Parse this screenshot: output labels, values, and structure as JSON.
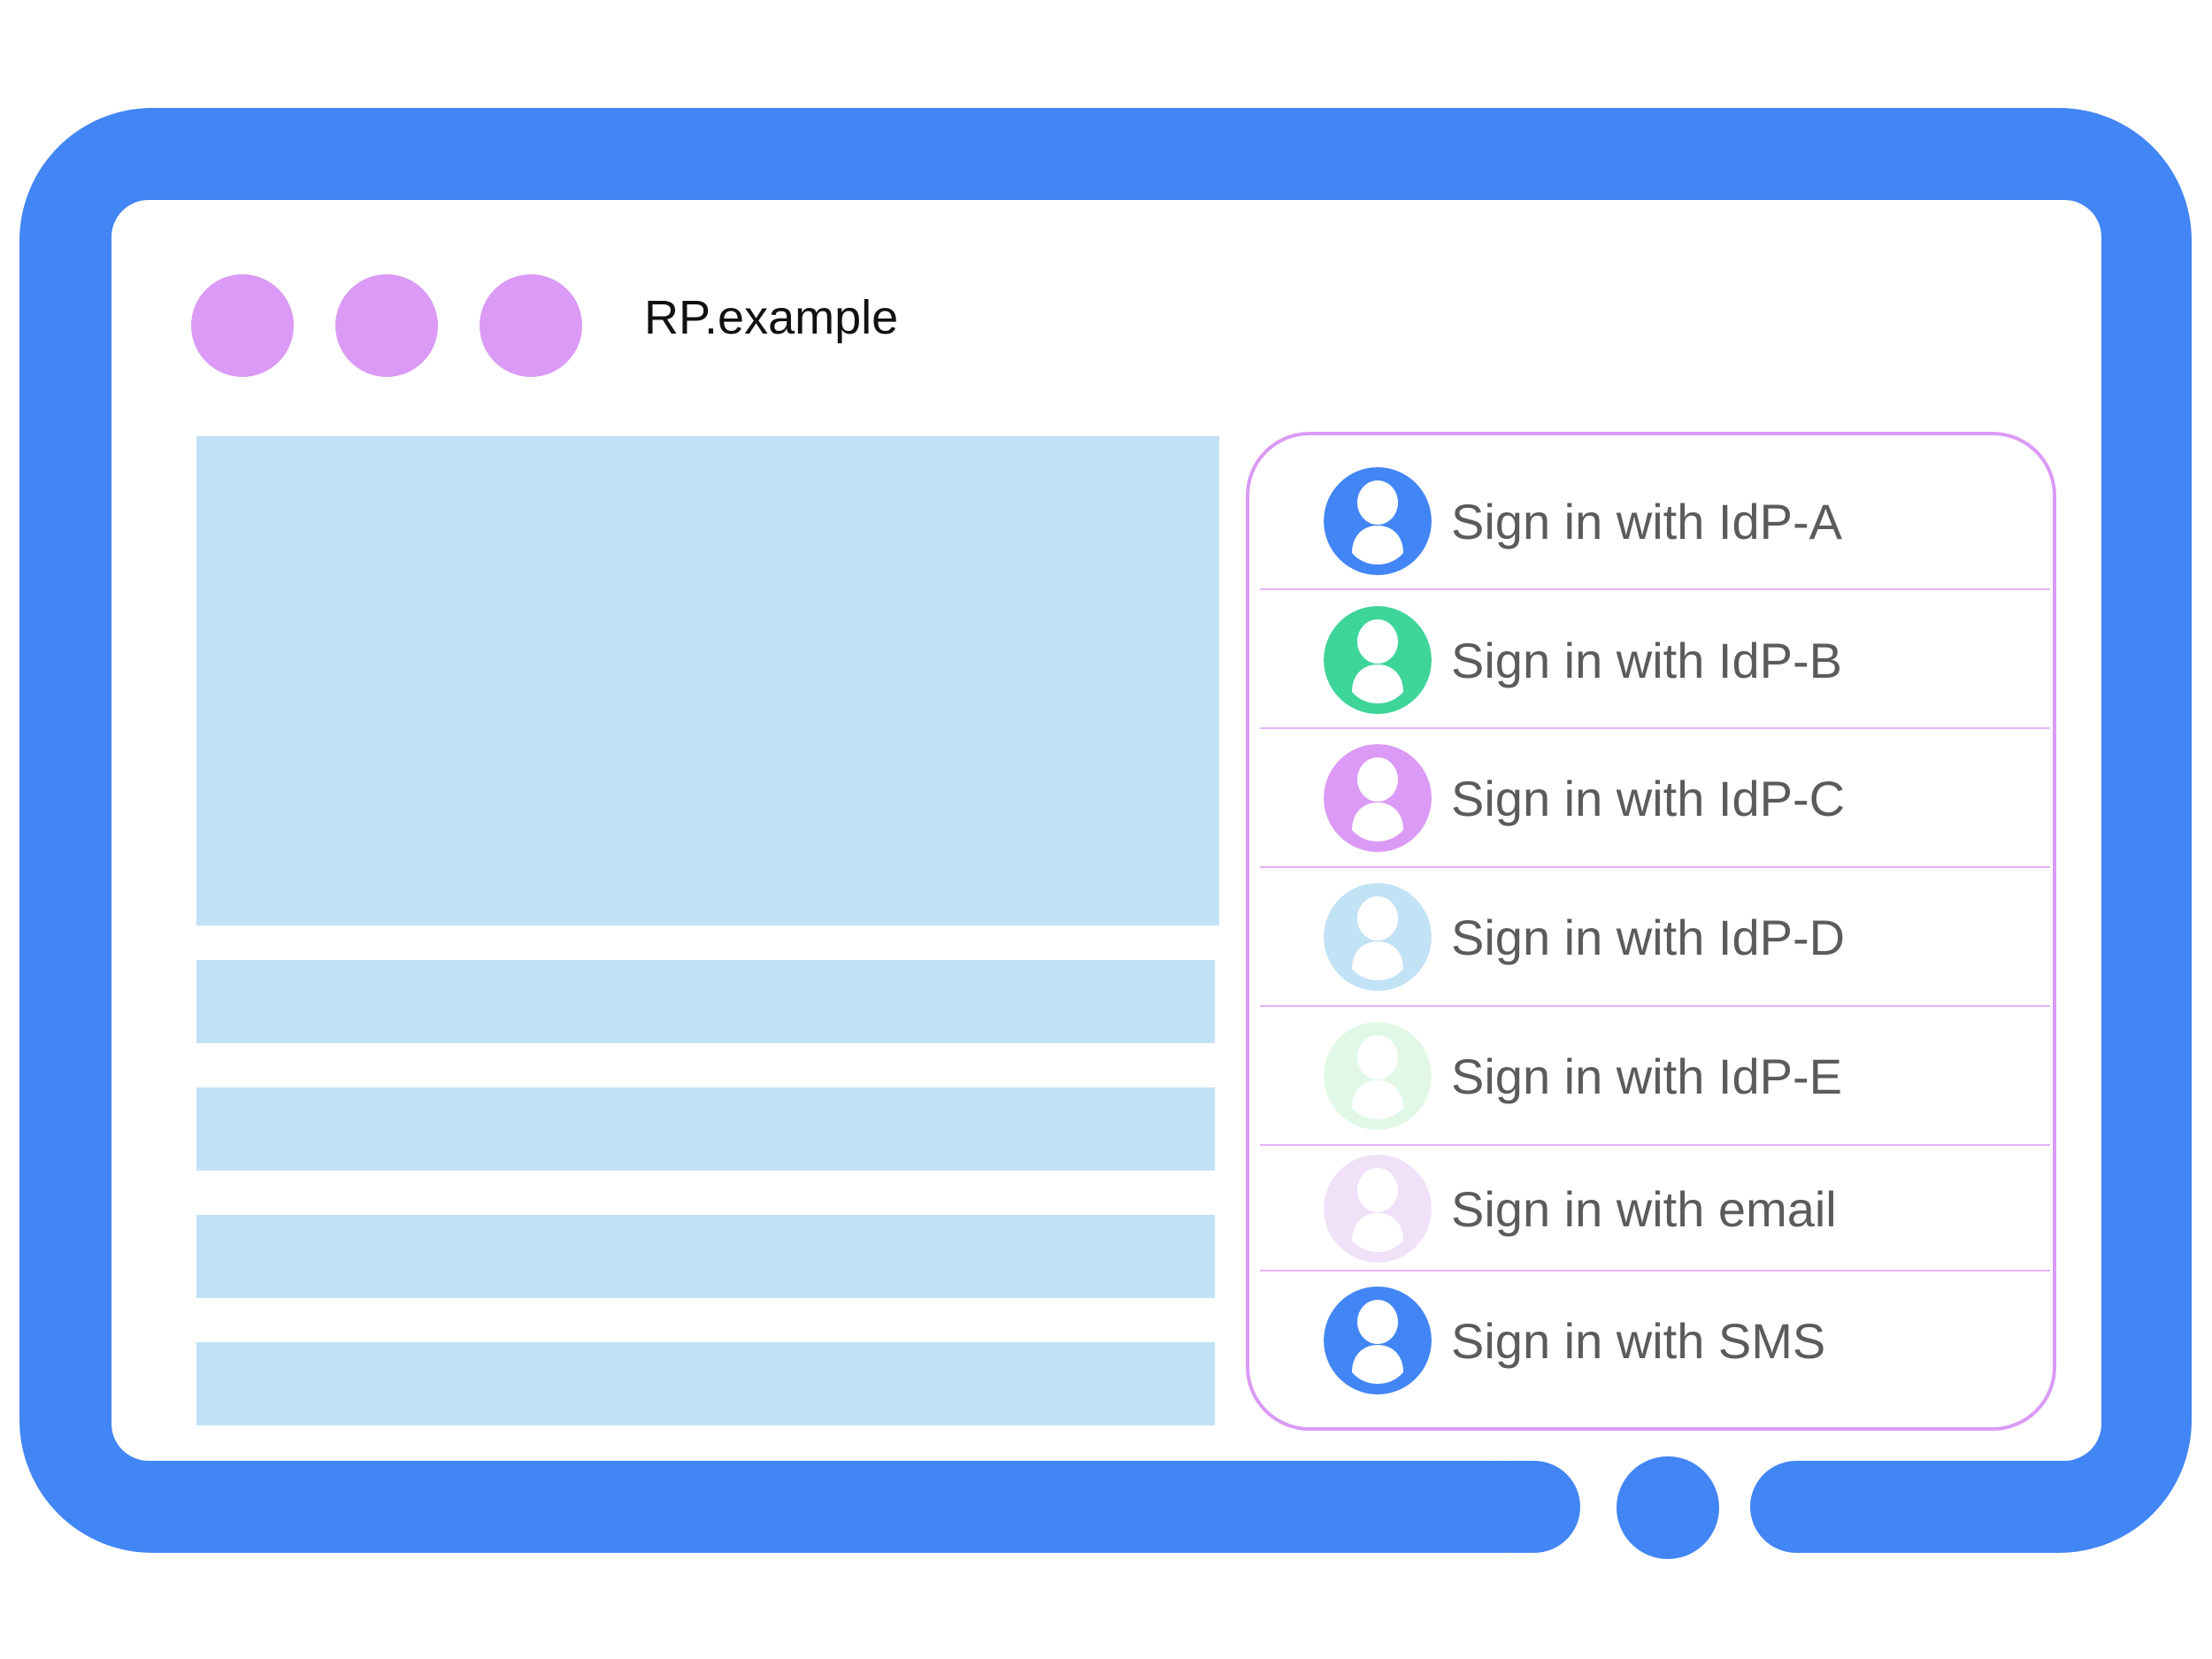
{
  "browser": {
    "title": "RP.example",
    "window_dots": [
      "#DA9AF5",
      "#DA9AF5",
      "#DA9AF5"
    ]
  },
  "colors": {
    "frame": "#4285F4",
    "content_placeholder": "#C2E2F5",
    "panel_border": "#DA9AF5"
  },
  "sign_in_panel": {
    "options": [
      {
        "label": "Sign in with IdP-A",
        "icon": "person-icon",
        "color": "#4285F4"
      },
      {
        "label": "Sign in with IdP-B",
        "icon": "person-icon",
        "color": "#3DD598"
      },
      {
        "label": "Sign in with IdP-C",
        "icon": "person-icon",
        "color": "#DA9AF5"
      },
      {
        "label": "Sign in with IdP-D",
        "icon": "person-icon",
        "color": "#C2E2F5"
      },
      {
        "label": "Sign in with IdP-E",
        "icon": "person-icon",
        "color": "#E2F8E6"
      },
      {
        "label": "Sign in with email",
        "icon": "person-icon",
        "color": "#F0E0F8"
      },
      {
        "label": "Sign in with SMS",
        "icon": "person-icon",
        "color": "#4285F4"
      }
    ]
  }
}
